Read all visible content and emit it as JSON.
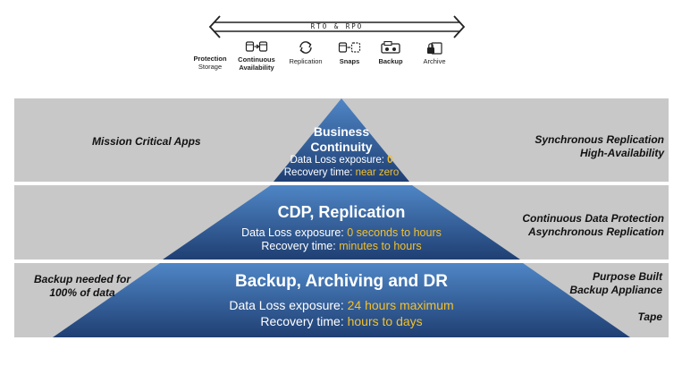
{
  "top_arrow": {
    "label": "RTO & RPO"
  },
  "tools": [
    {
      "label": "Protection",
      "sublabel": "Storage",
      "icon": ""
    },
    {
      "label": "Continuous Availability",
      "icon": "db-sync-icon"
    },
    {
      "label": "Replication",
      "icon": "refresh-icon"
    },
    {
      "label": "Snaps",
      "icon": "db-snapshot-icon"
    },
    {
      "label": "Backup",
      "icon": "backup-device-icon"
    },
    {
      "label": "Archive",
      "icon": "locked-archive-icon"
    }
  ],
  "tiers": [
    {
      "title": "Business Continuity",
      "title_lines": [
        "Business",
        "Continuity"
      ],
      "loss_label": "Data Loss exposure: ",
      "loss_value": "0",
      "recovery_label": "Recovery time: ",
      "recovery_value": "near zero",
      "left": [],
      "left_text": "Mission Critical Apps",
      "right": [
        "Synchronous Replication",
        "High-Availability"
      ]
    },
    {
      "title": "CDP, Replication",
      "loss_label": "Data Loss exposure: ",
      "loss_value": "0 seconds to hours",
      "recovery_label": "Recovery time: ",
      "recovery_value": "minutes to hours",
      "right": [
        "Continuous Data Protection",
        "Asynchronous Replication"
      ]
    },
    {
      "title": "Backup, Archiving and DR",
      "loss_label": "Data Loss exposure: ",
      "loss_value": "24 hours maximum",
      "recovery_label": "Recovery time: ",
      "recovery_value": "hours to days",
      "left": [
        "Backup needed for",
        "100% of data"
      ],
      "right": [
        "Purpose Built",
        "Backup Appliance"
      ],
      "right_extra": "Tape"
    }
  ],
  "colors": {
    "band": "#c8c8c8",
    "pyramid_dark": "#1f3f73",
    "pyramid_light": "#4f86c6",
    "highlight": "#f2c02e"
  }
}
